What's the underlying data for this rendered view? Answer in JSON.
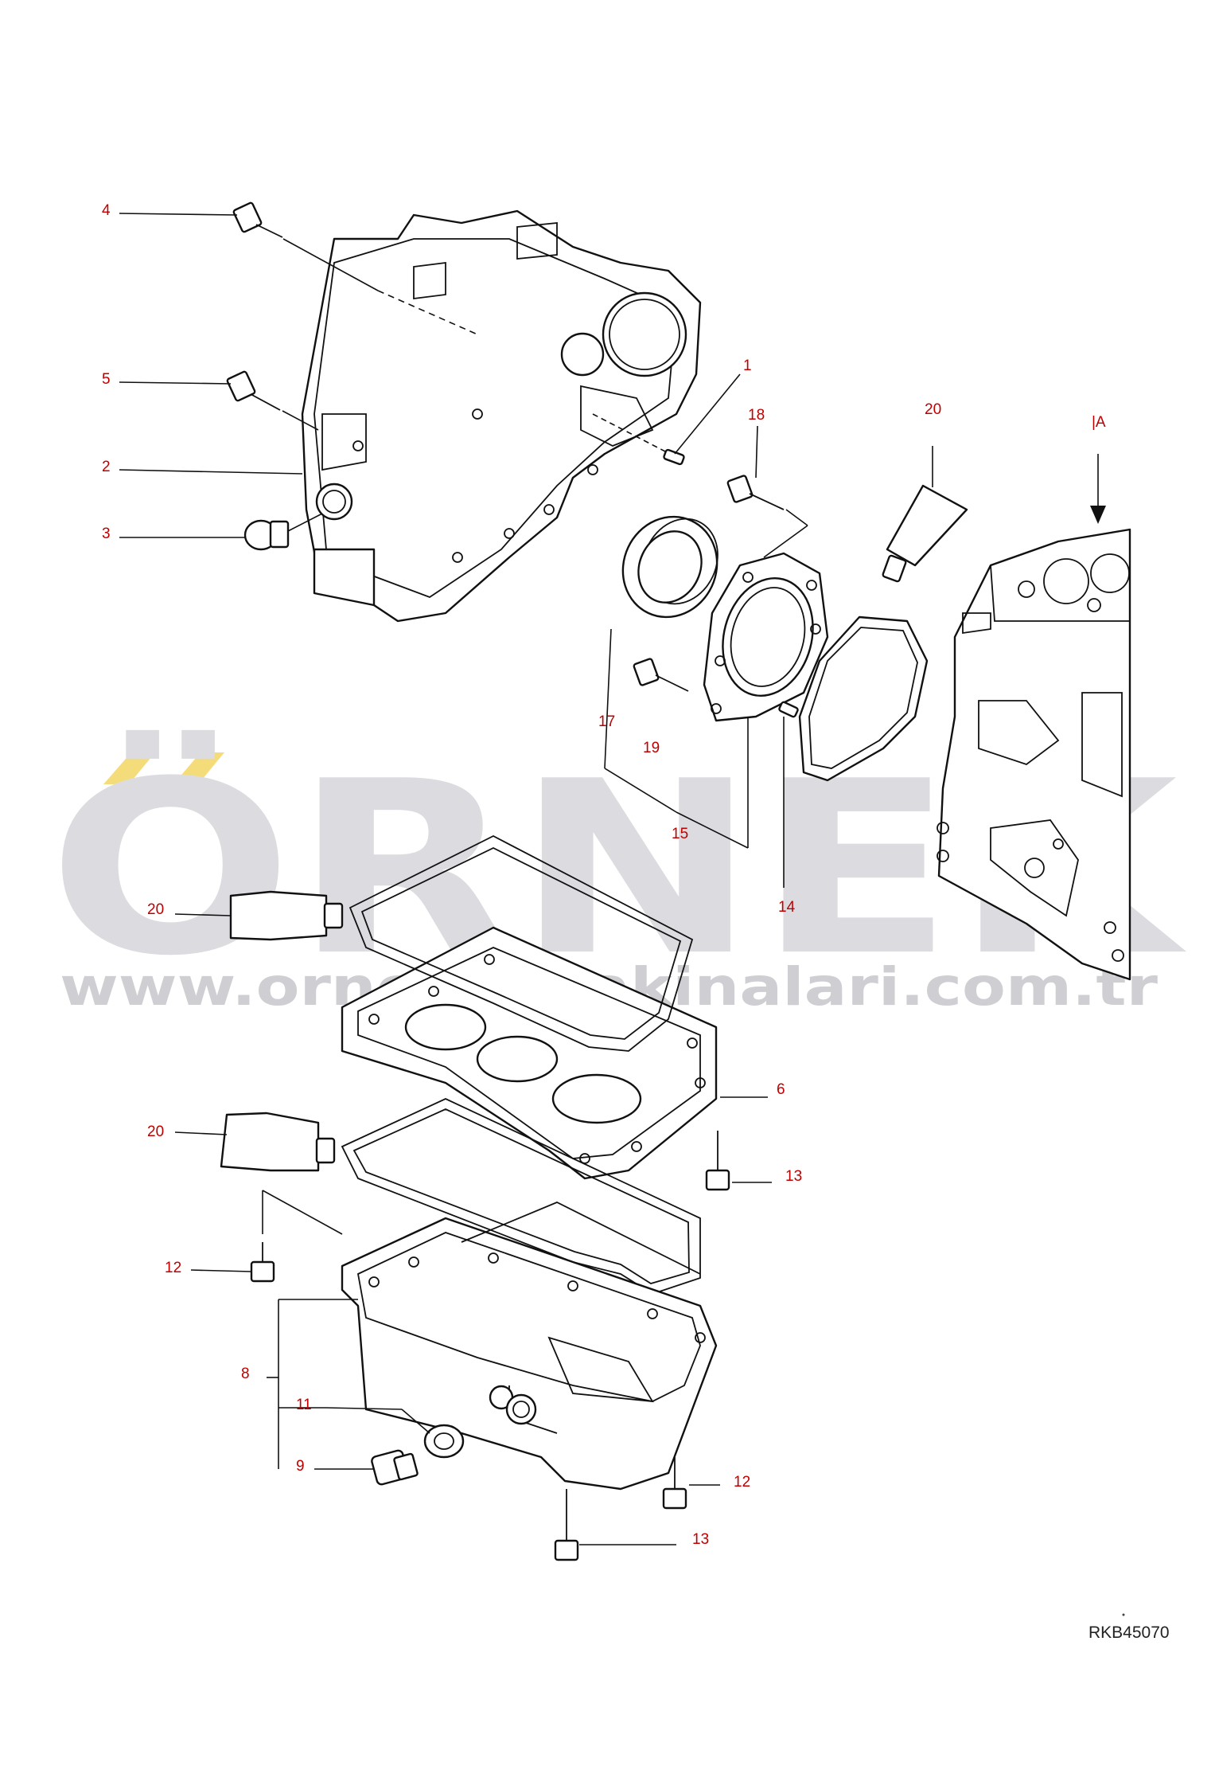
{
  "diagram": {
    "drawing_code": "RKB45070",
    "view_marker": "|A",
    "watermark": {
      "brand": "ÖRNEK",
      "url": "www.ornekismakinalari.com.tr",
      "accent_color": "#f5dc7a"
    },
    "colors": {
      "callout": "#c00000",
      "lines": "#111111",
      "watermark": "#dcdce0"
    },
    "callouts": [
      {
        "id": "c4",
        "label": "4"
      },
      {
        "id": "c5",
        "label": "5"
      },
      {
        "id": "c2",
        "label": "2"
      },
      {
        "id": "c3",
        "label": "3"
      },
      {
        "id": "c1",
        "label": "1"
      },
      {
        "id": "c18",
        "label": "18"
      },
      {
        "id": "c20a",
        "label": "20"
      },
      {
        "id": "c17",
        "label": "17"
      },
      {
        "id": "c19",
        "label": "19"
      },
      {
        "id": "c15",
        "label": "15"
      },
      {
        "id": "c14",
        "label": "14"
      },
      {
        "id": "c20b",
        "label": "20"
      },
      {
        "id": "c6",
        "label": "6"
      },
      {
        "id": "c20c",
        "label": "20"
      },
      {
        "id": "c13a",
        "label": "13"
      },
      {
        "id": "c12a",
        "label": "12"
      },
      {
        "id": "c8",
        "label": "8"
      },
      {
        "id": "c11",
        "label": "11"
      },
      {
        "id": "c9",
        "label": "9"
      },
      {
        "id": "c12b",
        "label": "12"
      },
      {
        "id": "c13b",
        "label": "13"
      }
    ]
  }
}
